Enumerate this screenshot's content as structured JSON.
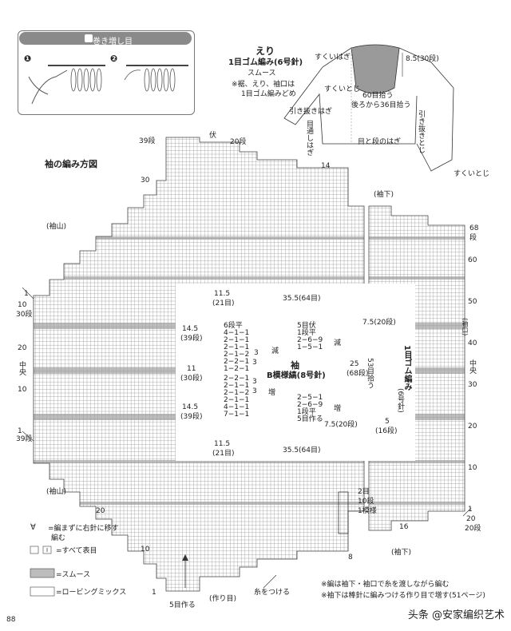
{
  "cast_on_box": {
    "title": "巻き増し目",
    "step1": "❶",
    "step2": "❷"
  },
  "collar": {
    "title": "えり",
    "subtitle": "1目ゴム編み(6号針)",
    "subtitle2": "スムース",
    "note1": "※裾、えり、袖口は",
    "note2": "1目ゴム編みどめ",
    "label_scoop_1": "すくいはぎ",
    "label_scoop_2": "すくいとじ",
    "label_pull_1": "引き抜きはぎ",
    "label_join_1": "目通しはぎ",
    "label_join_2": "目と段のはぎ",
    "label_pull_2": "引き抜きとじ",
    "label_scoop_3": "すくいとじ",
    "pick_1": "60目拾う",
    "pick_2": "後ろから36目拾う",
    "dim_85": "8.5(30段)"
  },
  "chart_title": "袖の編み方図",
  "grid_labels": {
    "row39_top": "39段",
    "fu": "伏",
    "row20_top": "20段",
    "n14": "14",
    "n30": "30",
    "sleeve_top_l": "(袖山)",
    "sleeve_under": "(袖下)",
    "n68": "68",
    "dan": "段",
    "n60": "60",
    "n50": "50",
    "sleeve_mouth": "(袖口)",
    "n40": "40",
    "center_r": "中央",
    "n30r": "30",
    "n20r": "20",
    "n10r": "10",
    "n1r": "1",
    "n20r_b": "20",
    "n20_bot": "20段",
    "n16": "16",
    "n1l": "1",
    "n10l": "10",
    "n30l": "30段",
    "n20l": "20",
    "center_l": "中央",
    "n10l_b": "10",
    "n1l_b": "1",
    "row39_l": "39段",
    "sleeve_top_l2": "(袖山)",
    "n20l_b": "20",
    "n10l_c": "10",
    "n8": "8",
    "n1_bot": "1",
    "row5_bot": "5目作る",
    "cast_bot": "(作り目)",
    "thread": "糸をつける",
    "sleeve_under_b": "(袖下)",
    "n2": "2目",
    "n10dan": "10段",
    "n1pat": "1模様"
  },
  "sleeve_diagram": {
    "title": "袖",
    "pattern": "B模様縞(8号針)",
    "dim_top_w1": "11.5",
    "dim_top_w1b": "(21目)",
    "dim_top_w2": "35.5(64目)",
    "dim_h1": "14.5",
    "dim_h1b": "(39段)",
    "dim_h2": "11",
    "dim_h2b": "(30段)",
    "dim_h3": "14.5",
    "dim_h3b": "(39段)",
    "dim_bot_w1": "11.5",
    "dim_bot_w1b": "(21目)",
    "dim_bot_w2": "35.5(64目)",
    "dim_r1": "7.5(20段)",
    "dim_r2": "7.5(20段)",
    "dim_25": "25",
    "dim_68": "(68段)",
    "pick_53": "53目拾う",
    "cuff_title": "1目ゴム編み",
    "cuff_needle": "(6号針)",
    "smooth": "スムース",
    "dim_5": "5",
    "dim_16": "(16段)",
    "dec": "減",
    "inc": "増",
    "left_top": [
      "6段平",
      "4−1−1",
      "2−1−1",
      "2−1−1",
      "2−1−2",
      "2−2−1",
      "1−2−1"
    ],
    "left_bot": [
      "2−2−1",
      "2−1−1",
      "2−1−2",
      "2−1−1",
      "4−1−1",
      "7−1−1"
    ],
    "mid_top": [
      "5目伏",
      "1段平",
      "2−6−9",
      "1−5−1"
    ],
    "mid_bot": [
      "2−5−1",
      "2−6−9",
      "1段平",
      "5目作る"
    ],
    "n3a": "3",
    "n3b": "3",
    "n3c": "3",
    "n3d": "3"
  },
  "legend": {
    "item1": "=編まずに右針に移す",
    "item1b": "編む",
    "item2": "=すべて表目",
    "item3": "=スムース",
    "item4": "=ロービングミックス"
  },
  "notes": {
    "note1": "※編は袖下・袖口で糸を渡しながら編む",
    "note2": "※袖下は棒針に編みつける作り目で増す(51ページ)"
  },
  "page_number": "88",
  "watermark": "头条 @安家编织艺术"
}
